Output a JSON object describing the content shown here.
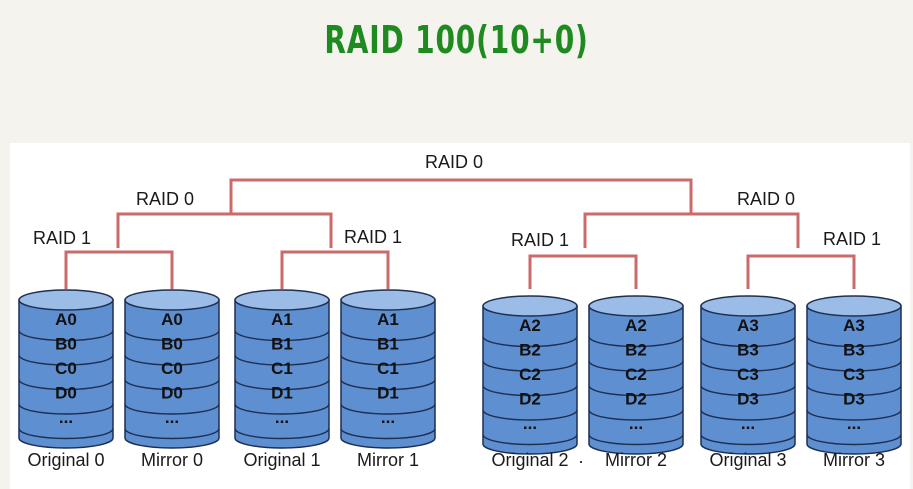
{
  "title": "RAID  100(10+0)",
  "colors": {
    "connector": "#cc6a6a",
    "disk_fill": "#5e8fd0",
    "disk_top": "#9bbce6",
    "disk_stroke": "#1e2f52",
    "title": "#1f8a1f"
  },
  "levels": {
    "top": "RAID 0",
    "mid_left": "RAID 0",
    "mid_right": "RAID 0",
    "r1_a": "RAID 1",
    "r1_b": "RAID 1",
    "r1_c": "RAID 1",
    "r1_d": "RAID 1"
  },
  "disks": [
    {
      "caption": "Original 0",
      "blocks": [
        "A0",
        "B0",
        "C0",
        "D0",
        "..."
      ]
    },
    {
      "caption": "Mirror 0",
      "blocks": [
        "A0",
        "B0",
        "C0",
        "D0",
        "..."
      ]
    },
    {
      "caption": "Original 1",
      "blocks": [
        "A1",
        "B1",
        "C1",
        "D1",
        "..."
      ]
    },
    {
      "caption": "Mirror 1",
      "blocks": [
        "A1",
        "B1",
        "C1",
        "D1",
        "..."
      ]
    },
    {
      "caption": "Original 2",
      "blocks": [
        "A2",
        "B2",
        "C2",
        "D2",
        "..."
      ]
    },
    {
      "caption": "Mirror 2",
      "blocks": [
        "A2",
        "B2",
        "C2",
        "D2",
        "..."
      ]
    },
    {
      "caption": "Original 3",
      "blocks": [
        "A3",
        "B3",
        "C3",
        "D3",
        "..."
      ]
    },
    {
      "caption": "Mirror 3",
      "blocks": [
        "A3",
        "B3",
        "C3",
        "D3",
        "..."
      ]
    }
  ],
  "separator": "·"
}
